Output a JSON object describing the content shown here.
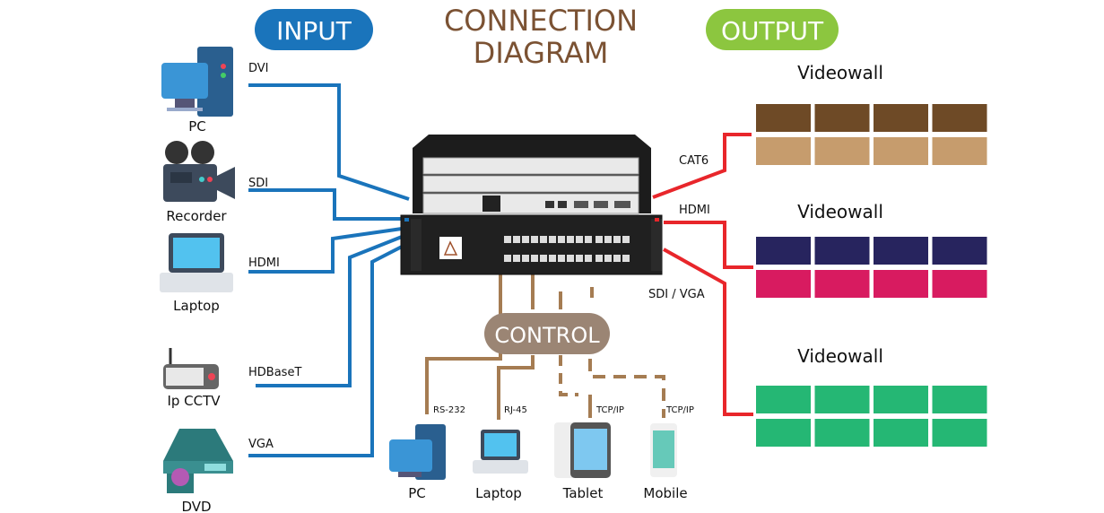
{
  "title": {
    "line1": "CONNECTION",
    "line2": "DIAGRAM"
  },
  "input_badge": "INPUT",
  "output_badge": "OUTPUT",
  "control_badge": "CONTROL",
  "inputs": [
    {
      "device": "PC",
      "signal": "DVI",
      "icon": "desktop-pc-icon"
    },
    {
      "device": "Recorder",
      "signal": "SDI",
      "icon": "video-camera-icon"
    },
    {
      "device": "Laptop",
      "signal": "HDMI",
      "icon": "laptop-icon"
    },
    {
      "device": "Ip CCTV",
      "signal": "HDBaseT",
      "icon": "ip-camera-icon"
    },
    {
      "device": "DVD",
      "signal": "VGA",
      "icon": "dvd-player-icon"
    }
  ],
  "outputs": [
    {
      "label": "Videowall",
      "signal": "CAT6",
      "colors": [
        "#6e4a26",
        "#c69c6d"
      ]
    },
    {
      "label": "Videowall",
      "signal": "HDMI",
      "colors": [
        "#27245e",
        "#d81b60"
      ]
    },
    {
      "label": "Videowall",
      "signal": "SDI / VGA",
      "colors": [
        "#25b774",
        "#25b774"
      ]
    }
  ],
  "controls": [
    {
      "device": "PC",
      "signal": "RS-232",
      "icon": "desktop-pc-icon"
    },
    {
      "device": "Laptop",
      "signal": "RJ-45",
      "icon": "laptop-icon"
    },
    {
      "device": "Tablet",
      "signal": "TCP/IP",
      "icon": "tablet-icon"
    },
    {
      "device": "Mobile",
      "signal": "TCP/IP",
      "icon": "mobile-phone-icon"
    }
  ],
  "colors": {
    "title": "#7b5233",
    "input": "#1a74bb",
    "output_badge": "#8cc63f",
    "output_line": "#e8262b",
    "control_line": "#a57c52",
    "control_badge": "#9b8574"
  }
}
